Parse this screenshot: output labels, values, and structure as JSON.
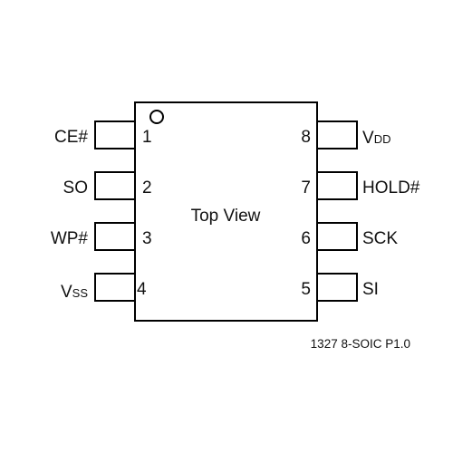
{
  "package_label": "Top View",
  "caption": "1327 8-SOIC P1.0",
  "colors": {
    "outline": "#000000",
    "text": "#111111",
    "background": "#ffffff"
  },
  "pins": [
    {
      "number": "1",
      "name": "CE#",
      "name_sub": "",
      "side": "left"
    },
    {
      "number": "2",
      "name": "SO",
      "name_sub": "",
      "side": "left"
    },
    {
      "number": "3",
      "name": "WP#",
      "name_sub": "",
      "side": "left"
    },
    {
      "number": "4",
      "name": "V",
      "name_sub": "SS",
      "side": "left"
    },
    {
      "number": "8",
      "name": "V",
      "name_sub": "DD",
      "side": "right"
    },
    {
      "number": "7",
      "name": "HOLD#",
      "name_sub": "",
      "side": "right"
    },
    {
      "number": "6",
      "name": "SCK",
      "name_sub": "",
      "side": "right"
    },
    {
      "number": "5",
      "name": "SI",
      "name_sub": "",
      "side": "right"
    }
  ]
}
